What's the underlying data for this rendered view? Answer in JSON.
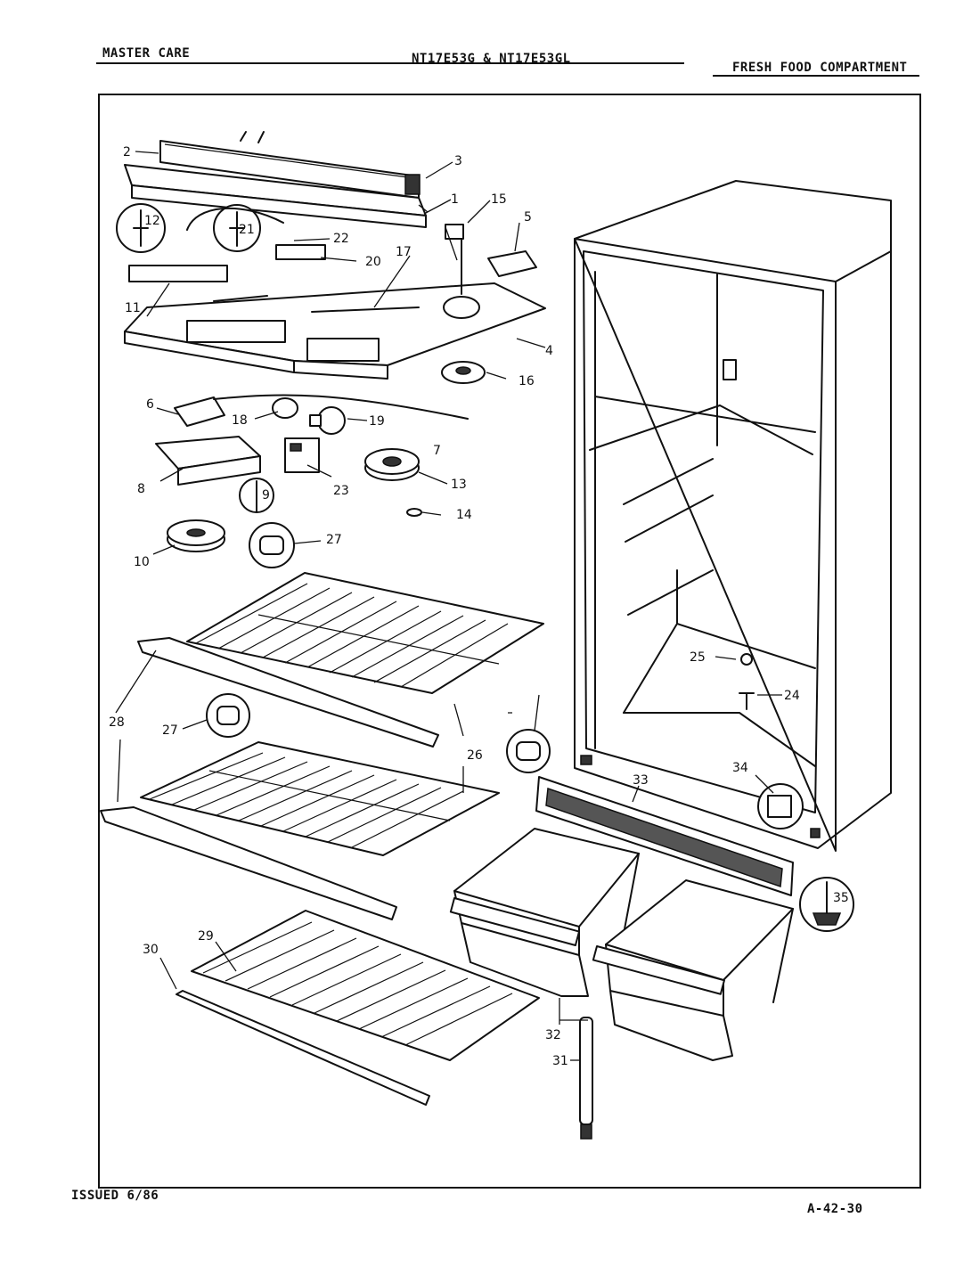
{
  "header": {
    "left": "MASTER CARE",
    "center": "NT17E53G & NT17E53GL",
    "right": "FRESH FOOD COMPARTMENT"
  },
  "footer": {
    "issued": "ISSUED 6/86",
    "code": "A-42-30"
  },
  "callouts": {
    "c1": "1",
    "c2": "2",
    "c3": "3",
    "c4": "4",
    "c5": "5",
    "c6": "6",
    "c7": "7",
    "c8": "8",
    "c9": "9",
    "c10": "10",
    "c11": "11",
    "c12": "12",
    "c13": "13",
    "c14": "14",
    "c15": "15",
    "c16": "16",
    "c17": "17",
    "c18": "18",
    "c19": "19",
    "c20": "20",
    "c21": "21",
    "c22": "22",
    "c23": "23",
    "c24": "24",
    "c25": "25",
    "c26": "26",
    "c27a": "27",
    "c27b": "27",
    "c28": "28",
    "c29": "29",
    "c30": "30",
    "c31": "31",
    "c32": "32",
    "c33": "33",
    "c34": "34",
    "c35": "35"
  }
}
